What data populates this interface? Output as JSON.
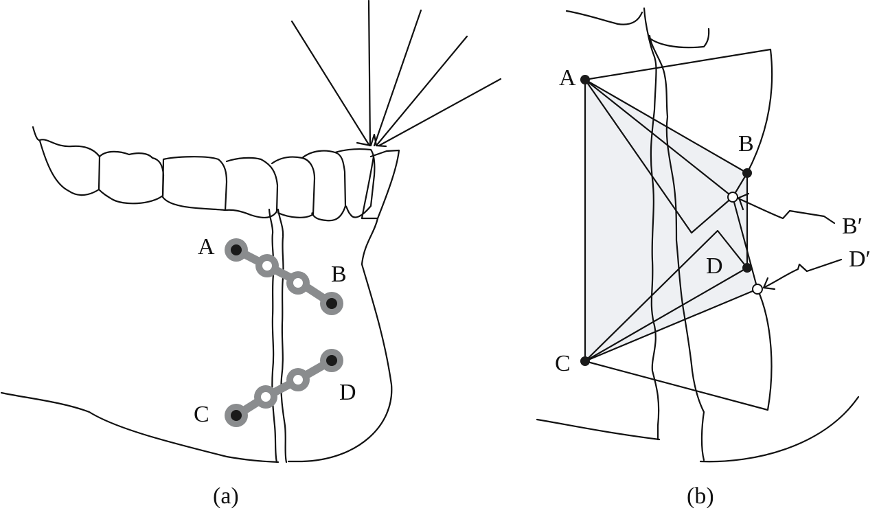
{
  "figure": {
    "panel_a": {
      "caption": "(a)",
      "description": "Mandible with fracture line fixed by two miniplates; occlusal force arrows converge on anterior teeth",
      "points": [
        {
          "id": "A",
          "label": "A",
          "screw": "filled"
        },
        {
          "id": "B",
          "label": "B",
          "screw": "filled"
        },
        {
          "id": "C",
          "label": "C",
          "screw": "filled"
        },
        {
          "id": "D",
          "label": "D",
          "screw": "filled"
        }
      ],
      "plates": [
        {
          "name": "upper-plate",
          "from": "A",
          "to": "B",
          "holes": 4
        },
        {
          "name": "lower-plate",
          "from": "C",
          "to": "D",
          "holes": 4
        }
      ],
      "force_arrows": 5,
      "colors": {
        "plate": "#8a8c8e",
        "screw": "#1a1a1a",
        "line": "#111111"
      }
    },
    "panel_b": {
      "caption": "(b)",
      "description": "Geometric displacement model: points B and D move to B′ and D′ under load",
      "points": [
        {
          "id": "A",
          "label": "A",
          "type": "fixed"
        },
        {
          "id": "B",
          "label": "B",
          "type": "fixed"
        },
        {
          "id": "C",
          "label": "C",
          "type": "fixed"
        },
        {
          "id": "D",
          "label": "D",
          "type": "fixed"
        },
        {
          "id": "B'",
          "label": "B′",
          "type": "displaced"
        },
        {
          "id": "D'",
          "label": "D′",
          "type": "displaced"
        }
      ],
      "colors": {
        "shade": "#eef0f3",
        "line": "#111111"
      }
    }
  }
}
